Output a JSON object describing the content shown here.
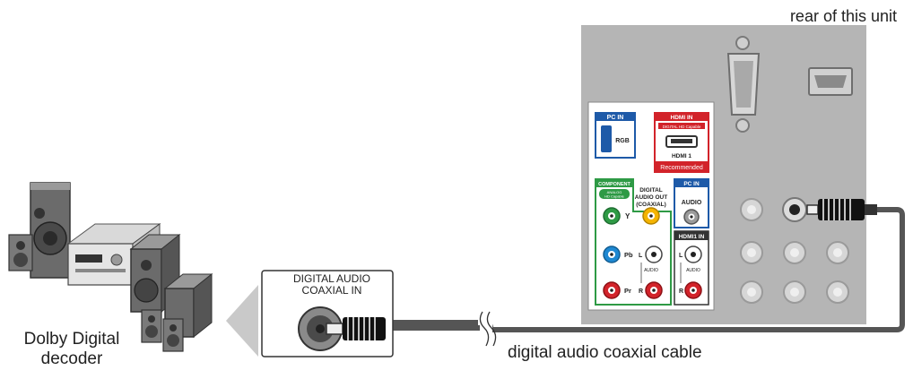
{
  "labels": {
    "rear_of_unit": "rear of this unit",
    "device_line1": "Dolby Digital",
    "device_line2": "decoder",
    "jack_line1": "DIGITAL AUDIO",
    "jack_line2": "COAXIAL IN",
    "cable": "digital audio coaxial cable"
  },
  "panel": {
    "pc_in_top": "PC IN",
    "rgb": "RGB",
    "hdmi_in_top": "HDMI IN",
    "hdmi_sub": "DIGITAL HD Capable",
    "hdmi_1": "HDMI 1",
    "recommended": "Recommended",
    "component": "COMPONENT",
    "analog": "ANALOG",
    "hd_capable": "HD Capable",
    "y": "Y",
    "pb": "Pb",
    "pr": "Pr",
    "l": "L",
    "r": "R",
    "audio": "AUDIO",
    "digital_out_1": "DIGITAL",
    "digital_out_2": "AUDIO OUT",
    "digital_out_3": "(COAXIAL)",
    "pc_in_audio_top": "PC IN",
    "pc_audio": "AUDIO",
    "hdmi1_in": "HDMI1 IN"
  },
  "colors": {
    "panel_gray": "#b5b5b5",
    "pc_blue": "#1e5aa8",
    "hdmi_red": "#d2232a",
    "component_green": "#2e9a45",
    "cable_gray": "#555555",
    "arrow_gray": "#c9c9c9"
  }
}
